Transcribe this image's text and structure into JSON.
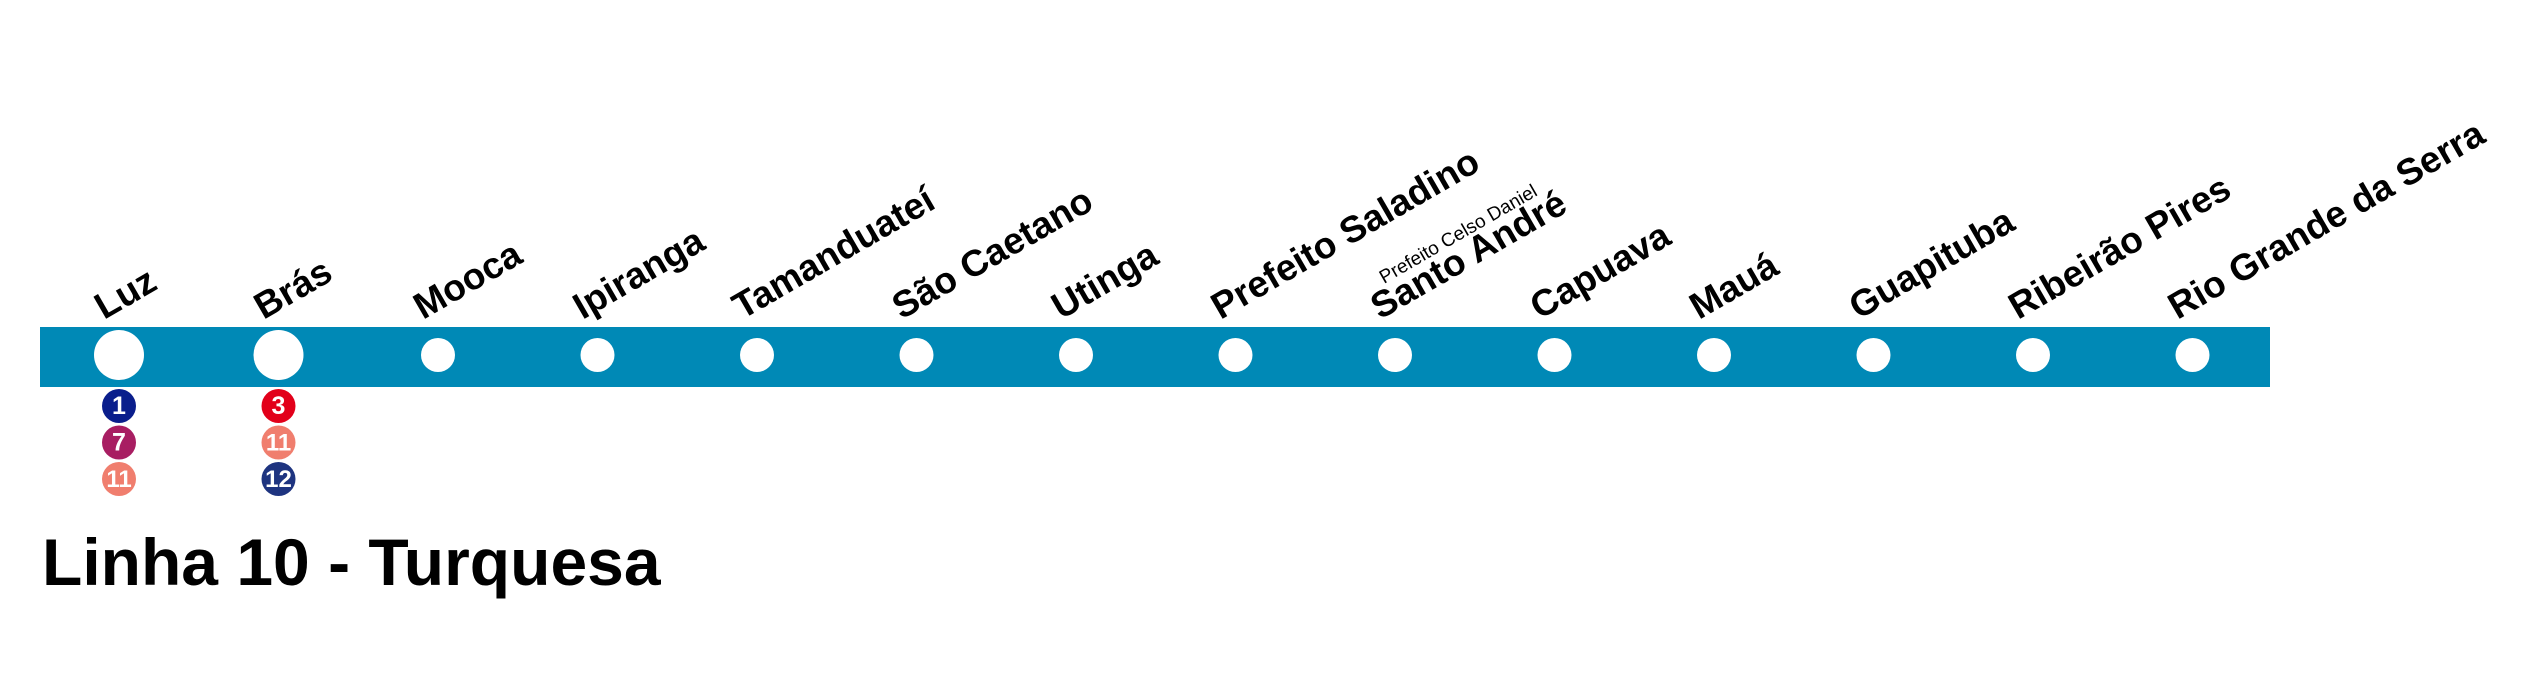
{
  "line": {
    "title": "Linha 10 - Turquesa",
    "color": "#0089B6"
  },
  "stations": [
    {
      "name": "Luz",
      "terminal": true,
      "transfers": [
        {
          "label": "1",
          "color": "#0A1E8C"
        },
        {
          "label": "7",
          "color": "#A81E62"
        },
        {
          "label": "11",
          "color": "#F07E6E"
        }
      ]
    },
    {
      "name": "Brás",
      "terminal": true,
      "transfers": [
        {
          "label": "3",
          "color": "#E2001A"
        },
        {
          "label": "11",
          "color": "#F07E6E"
        },
        {
          "label": "12",
          "color": "#1E3480"
        }
      ]
    },
    {
      "name": "Mooca",
      "transfers": []
    },
    {
      "name": "Ipiranga",
      "transfers": []
    },
    {
      "name": "Tamanduateí",
      "transfers": []
    },
    {
      "name": "São Caetano",
      "transfers": []
    },
    {
      "name": "Utinga",
      "transfers": []
    },
    {
      "name": "Prefeito Saladino",
      "transfers": []
    },
    {
      "name": "Santo André",
      "subtitle": "Prefeito Celso Daniel",
      "transfers": []
    },
    {
      "name": "Capuava",
      "transfers": []
    },
    {
      "name": "Mauá",
      "transfers": []
    },
    {
      "name": "Guapituba",
      "transfers": []
    },
    {
      "name": "Ribeirão Pires",
      "transfers": []
    },
    {
      "name": "Rio Grande da Serra",
      "transfers": []
    }
  ]
}
